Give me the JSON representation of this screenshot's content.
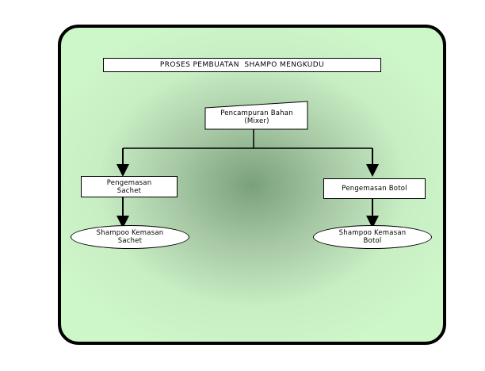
{
  "diagram": {
    "title": "PROSES PEMBUATAN  SHAMPO MENGKUDU",
    "nodes": {
      "mixing": "Pencampuran Bahan\n(Mixer)",
      "packaging_sachet": "Pengemasan\nSachet",
      "packaging_bottle": "Pengemasan Botol",
      "product_sachet": "Shampoo Kemasan\nSachet",
      "product_bottle": "Shampoo Kemasan\nBotol"
    }
  },
  "colors": {
    "frame_bg": "#cdf6c9",
    "frame_center": "#7aa07a",
    "border": "#000000",
    "box_fill": "#ffffff"
  }
}
